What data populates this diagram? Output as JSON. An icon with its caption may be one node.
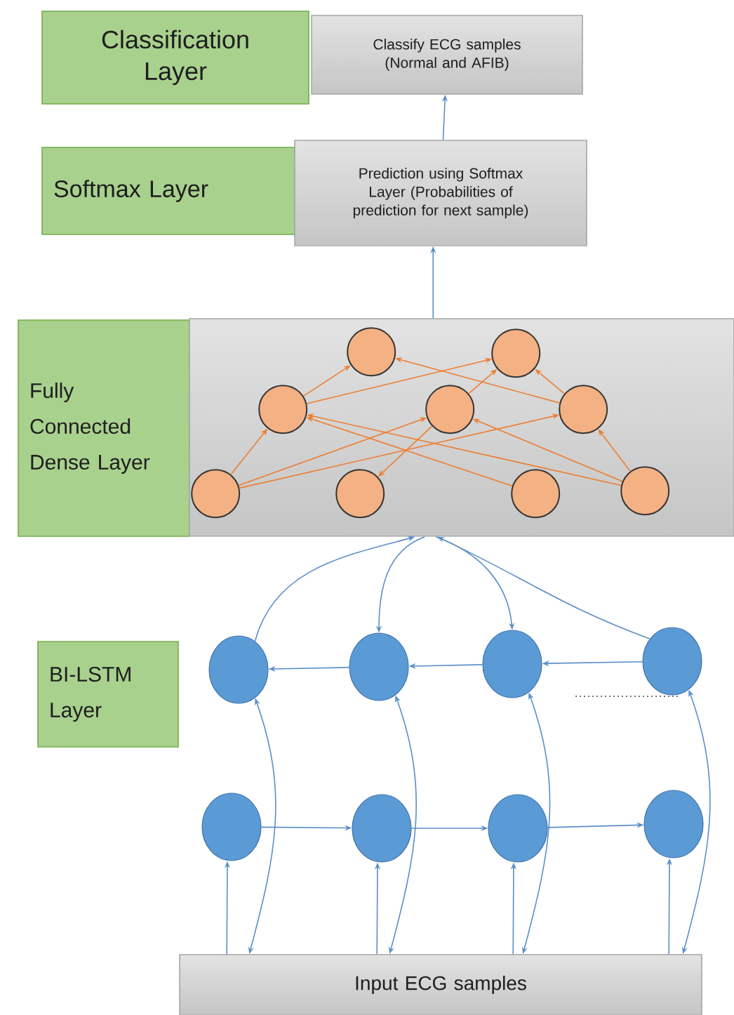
{
  "diagram": {
    "nodes": [
      {
        "text": [
          "Classification Layer"
        ]
      },
      {
        "text": [
          "Classify ECG samples (Normal and AFIB)"
        ]
      },
      {
        "text": [
          "Softmax Layer"
        ]
      },
      {
        "text": [
          "Prediction using Softmax Layer (Probabilities of prediction for next sample)"
        ]
      },
      {
        "text": [
          "Fully Connected Dense Layer"
        ]
      },
      {
        "text": [],
        "shape": "box"
      },
      {
        "text": [],
        "shape": "circle",
        "in": 5
      },
      {
        "text": [],
        "shape": "circle",
        "in": 5
      },
      {
        "text": [],
        "shape": "circle",
        "in": 5
      },
      {
        "text": [],
        "shape": "circle",
        "in": 5
      },
      {
        "text": [],
        "shape": "circle",
        "in": 5
      },
      {
        "text": [],
        "shape": "circle",
        "in": 5
      },
      {
        "text": [],
        "shape": "circle",
        "in": 5
      },
      {
        "text": [],
        "shape": "circle",
        "in": 5
      },
      {
        "text": [],
        "shape": "circle",
        "in": 5
      },
      {
        "text": [
          "BI-LSTM Layer"
        ]
      },
      {
        "text": [],
        "shape": "circle"
      },
      {
        "text": [],
        "shape": "circle"
      },
      {
        "text": [],
        "shape": "circle"
      },
      {
        "text": [],
        "shape": "circle"
      },
      {
        "text": [],
        "shape": "circle"
      },
      {
        "text": [],
        "shape": "circle"
      },
      {
        "text": [],
        "shape": "circle"
      },
      {
        "text": [],
        "shape": "circle"
      },
      {
        "text": [
          "Input ECG samples"
        ]
      }
    ],
    "edges": [
      {
        "from": 3,
        "to": 1,
        "arrow": "to"
      },
      {
        "from": 5,
        "to": 3,
        "arrow": "to"
      },
      {
        "from": 11,
        "to": 8,
        "arrow": "to",
        "color": "#ed7d31"
      },
      {
        "from": 11,
        "to": 9,
        "arrow": "to",
        "color": "#ed7d31"
      },
      {
        "from": 11,
        "to": 10,
        "arrow": "to",
        "color": "#ed7d31"
      },
      {
        "from": 14,
        "to": 8,
        "arrow": "to",
        "color": "#ed7d31"
      },
      {
        "from": 14,
        "to": 9,
        "arrow": "to",
        "color": "#ed7d31"
      },
      {
        "from": 14,
        "to": 10,
        "arrow": "to",
        "color": "#ed7d31"
      },
      {
        "from": 13,
        "to": 8,
        "arrow": "to",
        "color": "#ed7d31"
      },
      {
        "from": 9,
        "to": 12,
        "arrow": "to",
        "color": "#ed7d31"
      },
      {
        "from": 8,
        "to": 6,
        "arrow": "to",
        "color": "#ed7d31"
      },
      {
        "from": 8,
        "to": 7,
        "arrow": "to",
        "color": "#ed7d31"
      },
      {
        "from": 9,
        "to": 7,
        "arrow": "to",
        "color": "#ed7d31"
      },
      {
        "from": 10,
        "to": 7,
        "arrow": "to",
        "color": "#ed7d31"
      },
      {
        "from": 10,
        "to": 6,
        "arrow": "to",
        "color": "#ed7d31"
      },
      {
        "from": 16,
        "to": 5,
        "arrow": "to"
      },
      {
        "from": 5,
        "to": 17,
        "arrow": "to"
      },
      {
        "from": 5,
        "to": 18,
        "arrow": "to"
      },
      {
        "from": 19,
        "to": 5,
        "arrow": "to"
      },
      {
        "from": 19,
        "to": 18,
        "arrow": "to"
      },
      {
        "from": 18,
        "to": 17,
        "arrow": "to"
      },
      {
        "from": 17,
        "to": 16,
        "arrow": "to"
      },
      {
        "from": 20,
        "to": 21,
        "arrow": "to"
      },
      {
        "from": 21,
        "to": 22,
        "arrow": "to"
      },
      {
        "from": 22,
        "to": 23,
        "arrow": "to"
      },
      {
        "from": 24,
        "to": 20,
        "arrow": "to"
      },
      {
        "from": 24,
        "to": 21,
        "arrow": "to"
      },
      {
        "from": 24,
        "to": 22,
        "arrow": "to"
      },
      {
        "from": 24,
        "to": 23,
        "arrow": "to"
      },
      {
        "from": 24,
        "to": 16,
        "arrow": "both"
      },
      {
        "from": 24,
        "to": 17,
        "arrow": "both"
      },
      {
        "from": 24,
        "to": 18,
        "arrow": "both"
      },
      {
        "from": 24,
        "to": 19,
        "arrow": "both"
      }
    ]
  }
}
